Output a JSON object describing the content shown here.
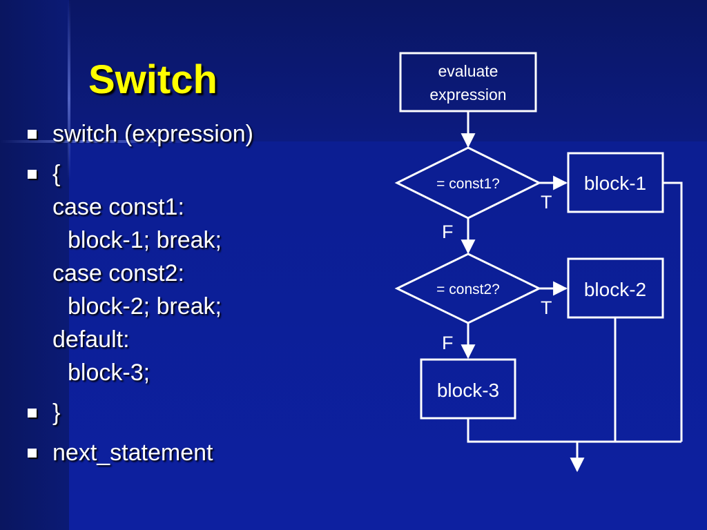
{
  "slide": {
    "title": "Switch",
    "bullets": {
      "b1": "switch (expression)",
      "b2_lines": [
        "{",
        "case const1:",
        "block-1; break;",
        "case const2:",
        "block-2; break;",
        "default:",
        "block-3;"
      ],
      "b3": "}",
      "b4": "next_statement"
    }
  },
  "flowchart": {
    "evaluate_line1": "evaluate",
    "evaluate_line2": "expression",
    "decision1": "= const1?",
    "decision2": "= const2?",
    "block1": "block-1",
    "block2": "block-2",
    "block3": "block-3",
    "true_label": "T",
    "false_label": "F"
  },
  "colors": {
    "title": "#ffff00",
    "text": "#ffffff",
    "background": "#0c1e92"
  }
}
